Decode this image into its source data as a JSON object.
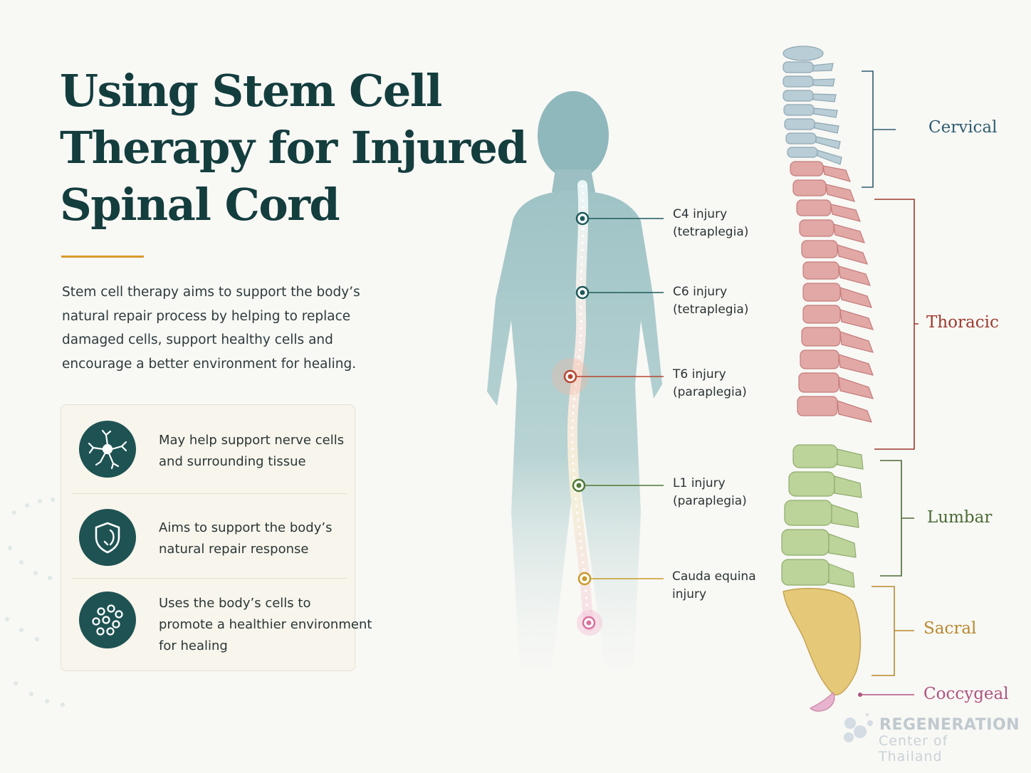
{
  "title": {
    "line1": "Using Stem Cell",
    "line2": "Therapy for Injured",
    "line3": "Spinal Cord"
  },
  "intro": {
    "line1": "Stem cell therapy aims to support the body’s",
    "line2": "natural repair process by helping to replace",
    "line3": "damaged cells, support healthy cells and",
    "line4": "encourage a better environment for healing."
  },
  "benefits": [
    {
      "icon": "neuron-icon",
      "line1": "May help support nerve cells",
      "line2": "and surrounding tissue"
    },
    {
      "icon": "shield-icon",
      "line1": "Aims to support the body’s",
      "line2": "natural repair response"
    },
    {
      "icon": "cells-icon",
      "line1": "Uses the body’s cells to",
      "line2": "promote a healthier environment",
      "line3": "for healing"
    }
  ],
  "injuries": [
    {
      "line1": "C4 injury",
      "line2": "(tetraplegia)",
      "color": "#1e5a5b"
    },
    {
      "line1": "C6 injury",
      "line2": "(tetraplegia)",
      "color": "#1e5a5b"
    },
    {
      "line1": "T6 injury",
      "line2": "(paraplegia)",
      "color": "#b5472f"
    },
    {
      "line1": "L1 injury",
      "line2": "(paraplegia)",
      "color": "#4f7a35"
    },
    {
      "line1": "Cauda equina",
      "line2": "injury",
      "color": "#c99a2a"
    }
  ],
  "regions": [
    {
      "label": "Cervical",
      "color": "#2f5d70"
    },
    {
      "label": "Thoracic",
      "color": "#9c3a2c"
    },
    {
      "label": "Lumbar",
      "color": "#4a6b33"
    },
    {
      "label": "Sacral",
      "color": "#b8892c"
    },
    {
      "label": "Coccygeal",
      "color": "#b0537f"
    }
  ],
  "logo": {
    "brand": "REGENERATION",
    "sub": "Center of Thailand"
  }
}
